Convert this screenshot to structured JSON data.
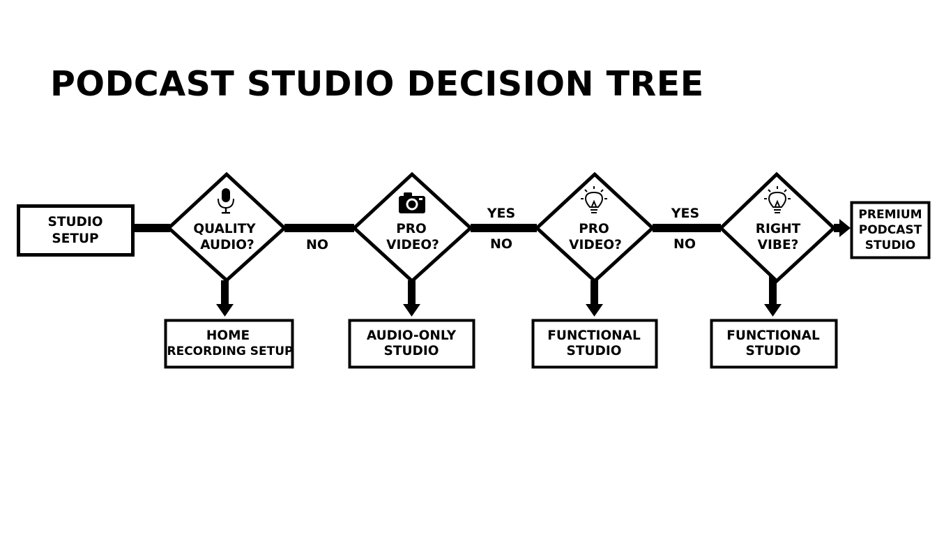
{
  "title": "PODCAST STUDIO DECISION TREE",
  "start": {
    "lines": [
      "STUDIO",
      "SETUP"
    ]
  },
  "decisions": [
    {
      "icon": "microphone-icon",
      "lines": [
        "QUALITY",
        "AUDIO?"
      ]
    },
    {
      "icon": "camera-icon",
      "lines": [
        "PRO",
        "VIDEO?"
      ]
    },
    {
      "icon": "lightbulb-icon",
      "lines": [
        "PRO",
        "VIDEO?"
      ]
    },
    {
      "icon": "lightbulb-icon",
      "lines": [
        "RIGHT",
        "VIBE?"
      ]
    }
  ],
  "outcomes": [
    {
      "lines": [
        "HOME",
        "RECORDING SETUP"
      ]
    },
    {
      "lines": [
        "AUDIO-ONLY",
        "STUDIO"
      ]
    },
    {
      "lines": [
        "FUNCTIONAL",
        "STUDIO"
      ]
    },
    {
      "lines": [
        "FUNCTIONAL",
        "STUDIO"
      ]
    }
  ],
  "final": {
    "lines": [
      "PREMIUM",
      "PODCAST",
      "STUDIO"
    ]
  },
  "edge_labels": {
    "d1_no": "NO",
    "d2_yes": "YES",
    "d2_no": "NO",
    "d3_yes": "YES",
    "d3_no": "NO"
  },
  "colors": {
    "ink": "#000000",
    "background": "#ffffff"
  }
}
